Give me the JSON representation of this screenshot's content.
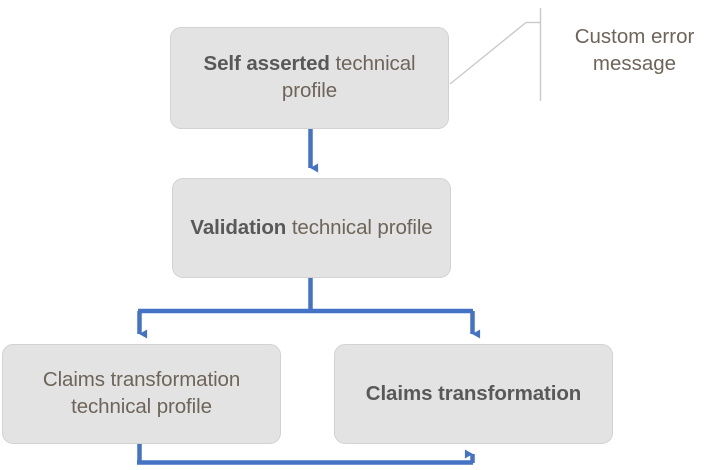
{
  "diagram": {
    "type": "flowchart",
    "colors": {
      "node_fill": "#E3E3E3",
      "node_border": "#D2D2D2",
      "connector": "#4472C4",
      "callout_line": "#C9C9C9",
      "text_regular": "#6E655A",
      "text_bold": "#595959"
    },
    "nodes": [
      {
        "id": "self-asserted-technical-profile",
        "bold_prefix": "Self asserted",
        "rest": " technical profile",
        "full_text": "Self asserted technical profile",
        "all_bold": false
      },
      {
        "id": "validation-technical-profile",
        "bold_prefix": "Validation",
        "rest": " technical profile",
        "full_text": "Validation technical profile",
        "all_bold": false
      },
      {
        "id": "claims-transformation-technical-profile",
        "bold_prefix": "",
        "rest": "Claims transformation technical profile",
        "full_text": "Claims transformation technical profile",
        "all_bold": false
      },
      {
        "id": "claims-transformation",
        "bold_prefix": "Claims transformation",
        "rest": "",
        "full_text": "Claims transformation",
        "all_bold": true
      }
    ],
    "callout": {
      "label": "Custom error message",
      "points_to": "self-asserted-technical-profile"
    },
    "connectors": [
      {
        "from": "self-asserted-technical-profile",
        "to": "validation-technical-profile",
        "style": "straight-down-arrow"
      },
      {
        "from": "validation-technical-profile",
        "to": "claims-transformation-technical-profile",
        "style": "fork-down-left-arrow"
      },
      {
        "from": "validation-technical-profile",
        "to": "claims-transformation",
        "style": "fork-down-right-arrow"
      },
      {
        "from": "claims-transformation-technical-profile",
        "to": "claims-transformation",
        "style": "loop-under-up-arrow"
      }
    ]
  }
}
